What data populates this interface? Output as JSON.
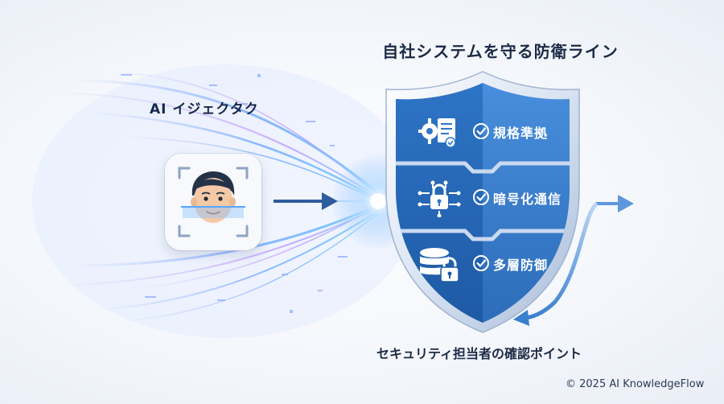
{
  "title": "自社システムを守る防衛ライン",
  "injection_label": "AI イジェクタク",
  "shield": {
    "rows": [
      {
        "label": "規格準拠",
        "icon": "gear-document-icon"
      },
      {
        "label": "暗号化通信",
        "icon": "lock-circuit-icon"
      },
      {
        "label": "多層防御",
        "icon": "layered-lock-icon"
      }
    ]
  },
  "bottom_title": "セキュリティ担当者の確認ポイント",
  "copyright": "© 2025 AI KnowledgeFlow",
  "colors": {
    "shield_dark": "#1f5fae",
    "shield_light": "#3f86d6",
    "accent": "#3a7fd0",
    "arrow": "#2f5c9e"
  }
}
